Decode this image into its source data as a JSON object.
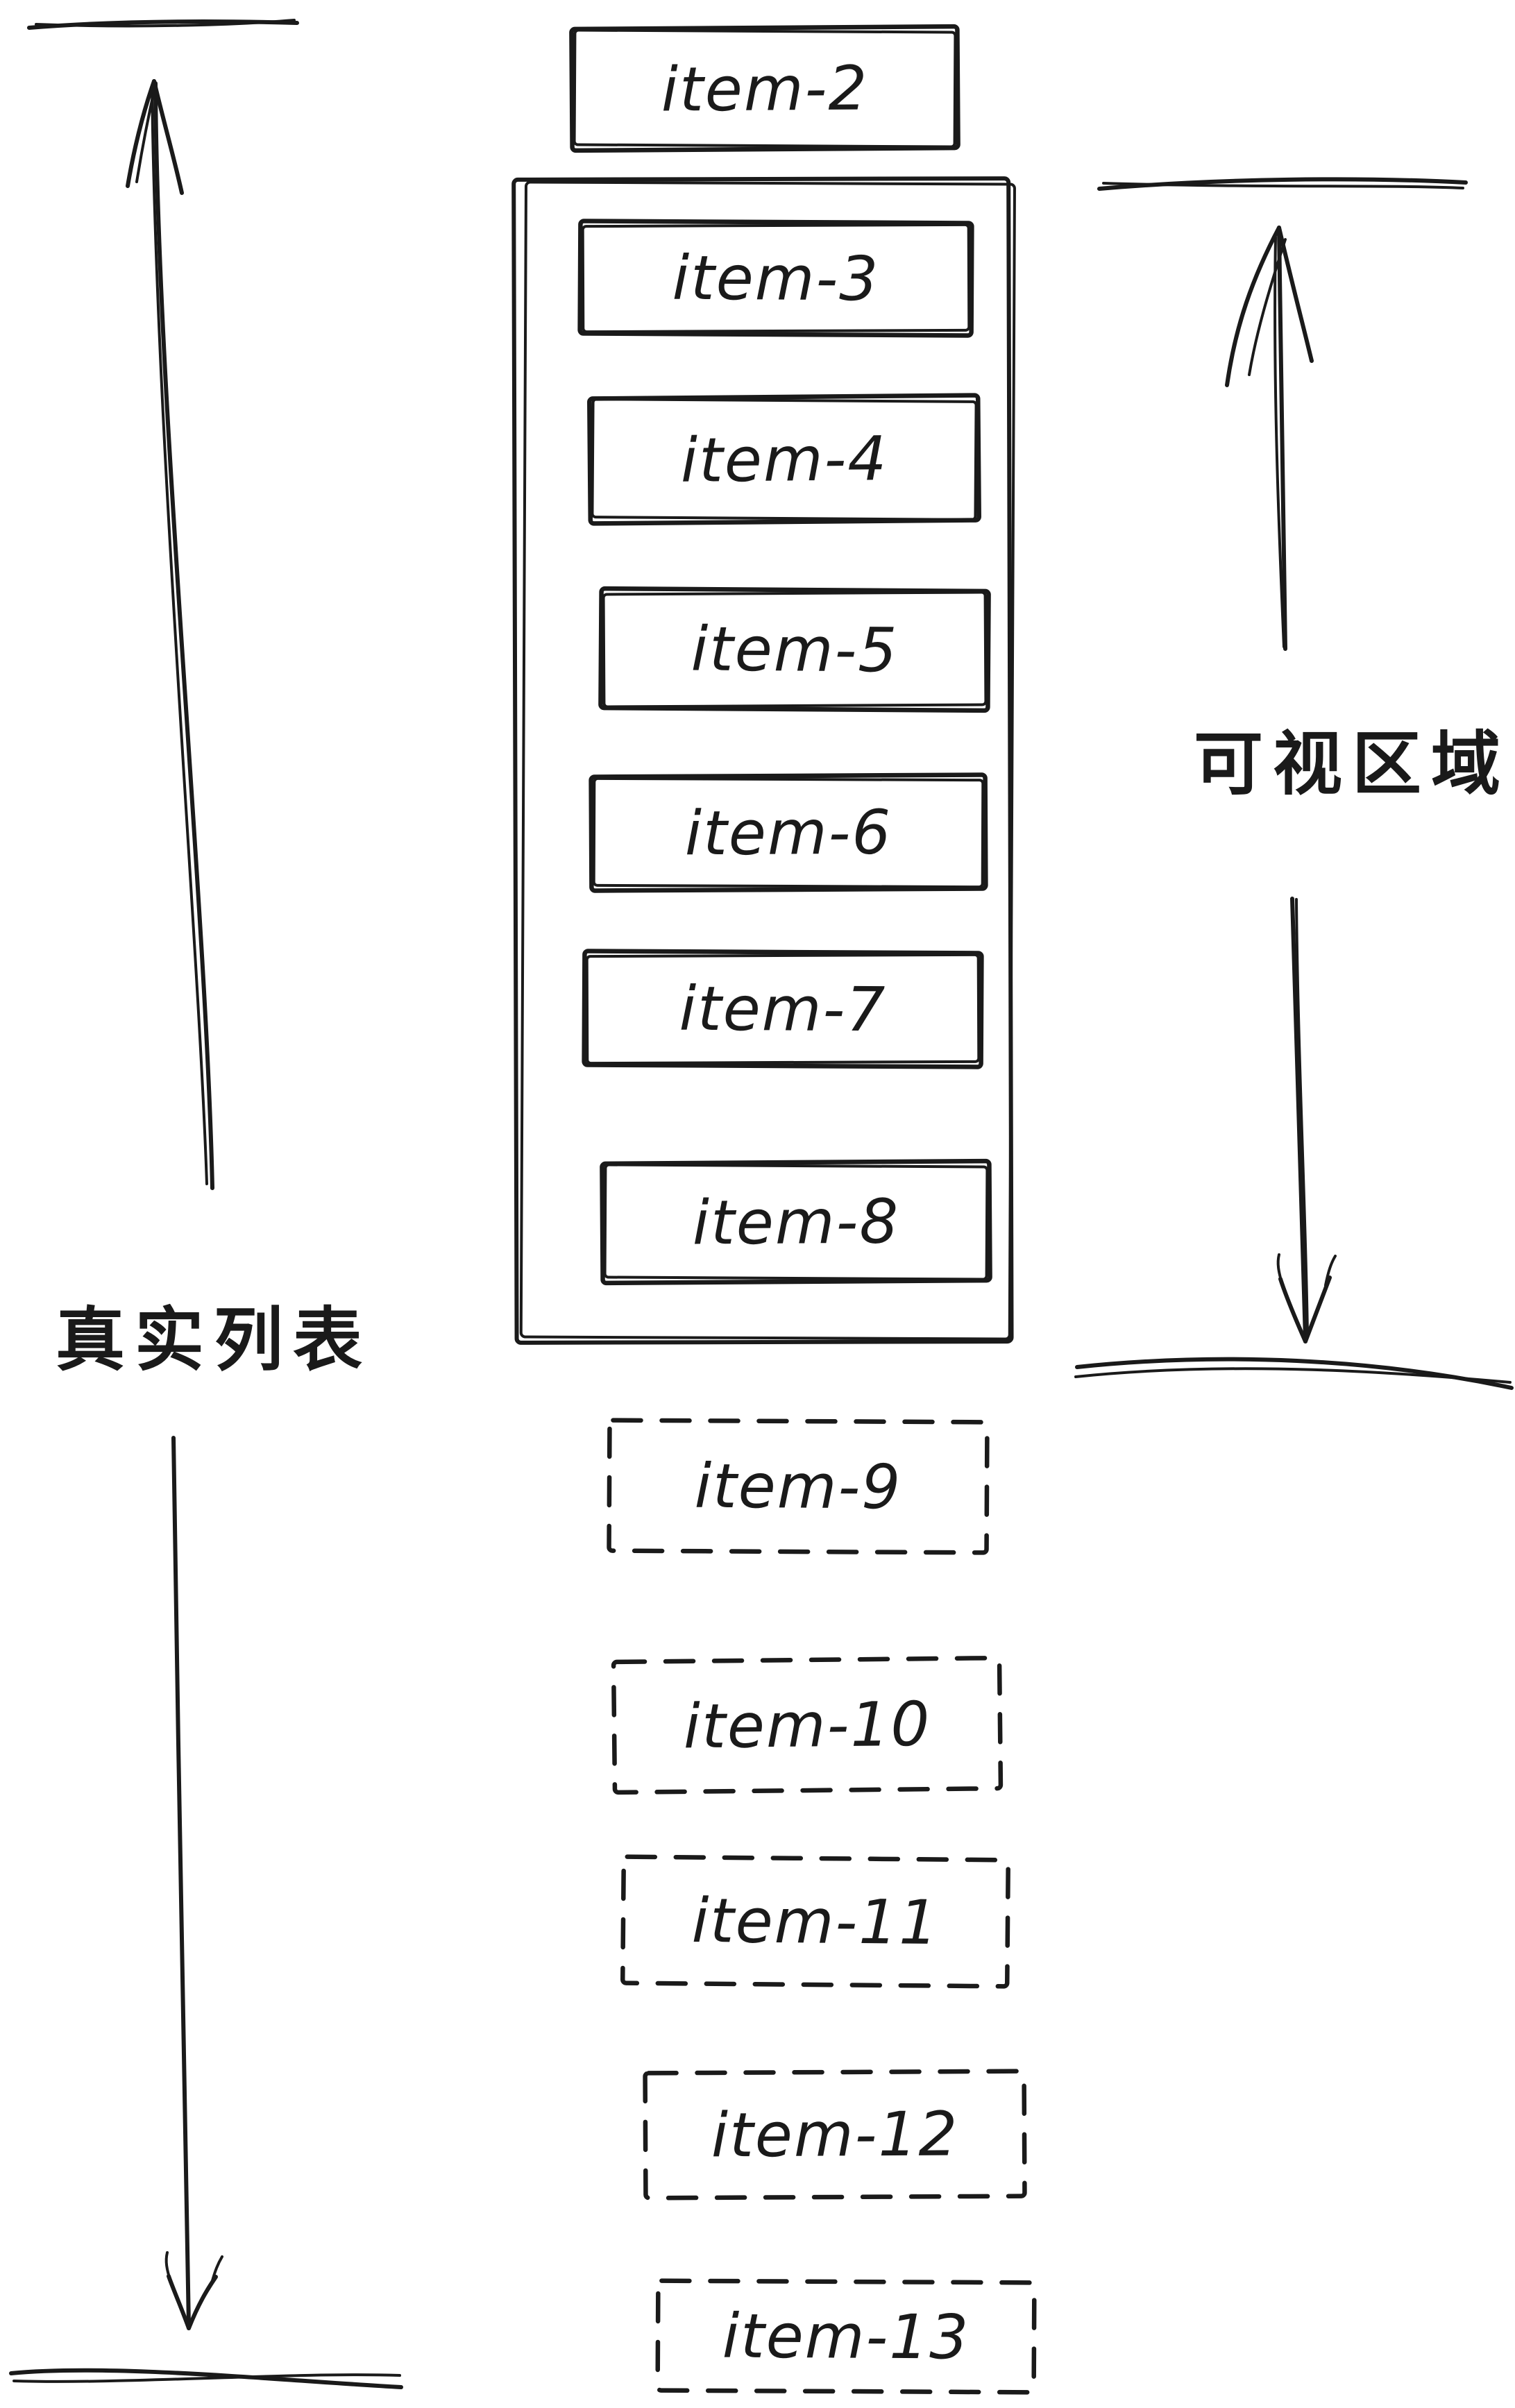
{
  "diagram": {
    "type": "virtual-list-illustration",
    "ink_color": "#1a1a1a",
    "background_color": "#ffffff",
    "labels": {
      "real_list": "真实列表",
      "visible_area": "可视区域"
    },
    "items": [
      {
        "label": "item-2",
        "render": "solid",
        "zone": "above-viewport"
      },
      {
        "label": "item-3",
        "render": "solid",
        "zone": "inside-viewport"
      },
      {
        "label": "item-4",
        "render": "solid",
        "zone": "inside-viewport"
      },
      {
        "label": "item-5",
        "render": "solid",
        "zone": "inside-viewport"
      },
      {
        "label": "item-6",
        "render": "solid",
        "zone": "inside-viewport"
      },
      {
        "label": "item-7",
        "render": "solid",
        "zone": "inside-viewport"
      },
      {
        "label": "item-8",
        "render": "solid",
        "zone": "inside-viewport"
      },
      {
        "label": "item-9",
        "render": "dashed",
        "zone": "below-viewport"
      },
      {
        "label": "item-10",
        "render": "dashed",
        "zone": "below-viewport"
      },
      {
        "label": "item-11",
        "render": "dashed",
        "zone": "below-viewport"
      },
      {
        "label": "item-12",
        "render": "dashed",
        "zone": "below-viewport"
      },
      {
        "label": "item-13",
        "render": "dashed",
        "zone": "below-viewport"
      }
    ]
  }
}
